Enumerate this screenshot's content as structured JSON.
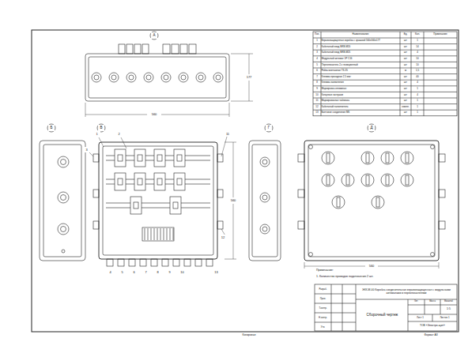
{
  "diagram": {
    "labels": [
      "А",
      "Б",
      "В",
      "Г",
      "Д",
      "1",
      "2",
      "3",
      "4",
      "5",
      "6",
      "7",
      "8",
      "9",
      "10",
      "11",
      "12",
      "13",
      "560",
      "177",
      "560",
      "560",
      "Поз.",
      "Наименование",
      "Ед.",
      "Кол.",
      "Примечание",
      "1",
      "Взрывозащищенная коробка с крышкой 560х560х177",
      "шт",
      "1",
      "2",
      "Кабельный ввод МКВ-М20",
      "шт",
      "14",
      "3",
      "Кабельный ввод МКВ-М25",
      "шт",
      "4",
      "4",
      "Модульный автомат 1P С16",
      "шт",
      "10",
      "5",
      "Переключатель 2-х позиционный",
      "шт",
      "10",
      "6",
      "Рейка монтажная ТS-35",
      "м",
      "1,5",
      "7",
      "Клемма проходная 2,5 мм²",
      "шт",
      "40",
      "8",
      "Клемма заземления",
      "шт",
      "4",
      "9",
      "Маркировка клеммная",
      "шт",
      "1",
      "10",
      "Концевые заглушки",
      "шт",
      "4",
      "11",
      "Маркировочная табличка",
      "шт",
      "1",
      "12",
      "Кабельный наполнитель",
      "компл.",
      "1",
      "13",
      "Болтовое соединение М6",
      "шт",
      "1",
      "Примечание:",
      "1. Количество проводов подключения 2 шт.",
      "ЭКК-М-00 Коробка соединительная взрывозащищенная с модульными автоматами и переключателями",
      "Сборочный чертеж",
      "Лит.",
      "Масса",
      "Масштаб",
      "1:5",
      "Лист 1",
      "Листов 1",
      "ТОВ «Электро-щит»",
      "Разраб.",
      "Пров.",
      "Т.контр.",
      "Н.контр.",
      "Утв.",
      "Копировал",
      "Формат А3"
    ]
  }
}
